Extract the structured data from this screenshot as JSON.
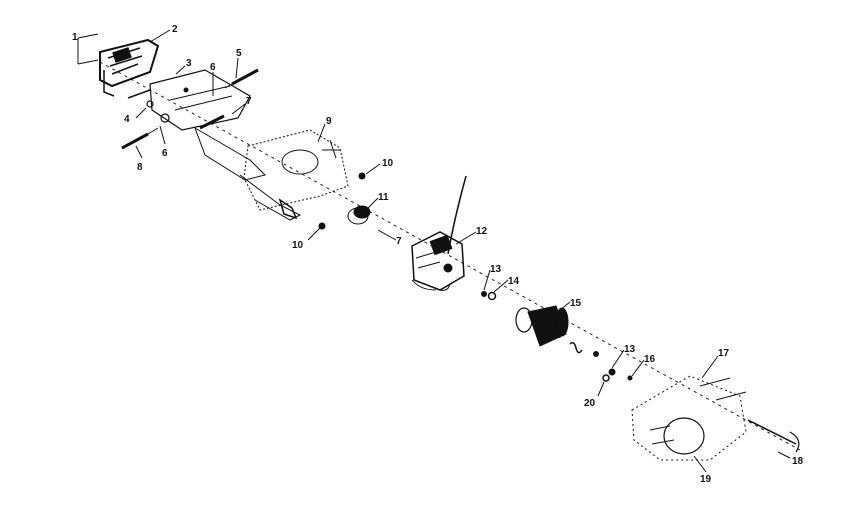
{
  "diagram": {
    "style": "exploded-view line drawing",
    "ink_color": "#111111",
    "background": "#ffffff",
    "callouts": [
      {
        "id": "c1",
        "label": "1"
      },
      {
        "id": "c2",
        "label": "2"
      },
      {
        "id": "c3",
        "label": "3"
      },
      {
        "id": "c4",
        "label": "4"
      },
      {
        "id": "c5",
        "label": "5"
      },
      {
        "id": "c6a",
        "label": "6"
      },
      {
        "id": "c6b",
        "label": "6"
      },
      {
        "id": "c7a",
        "label": "7"
      },
      {
        "id": "c7b",
        "label": "7"
      },
      {
        "id": "c8",
        "label": "8"
      },
      {
        "id": "c9",
        "label": "9"
      },
      {
        "id": "c10a",
        "label": "10"
      },
      {
        "id": "c10b",
        "label": "10"
      },
      {
        "id": "c11",
        "label": "11"
      },
      {
        "id": "c12",
        "label": "12"
      },
      {
        "id": "c13a",
        "label": "13"
      },
      {
        "id": "c13b",
        "label": "13"
      },
      {
        "id": "c14",
        "label": "14"
      },
      {
        "id": "c15",
        "label": "15"
      },
      {
        "id": "c16",
        "label": "16"
      },
      {
        "id": "c17",
        "label": "17"
      },
      {
        "id": "c18",
        "label": "18"
      },
      {
        "id": "c19",
        "label": "19"
      },
      {
        "id": "c20",
        "label": "20"
      }
    ]
  }
}
